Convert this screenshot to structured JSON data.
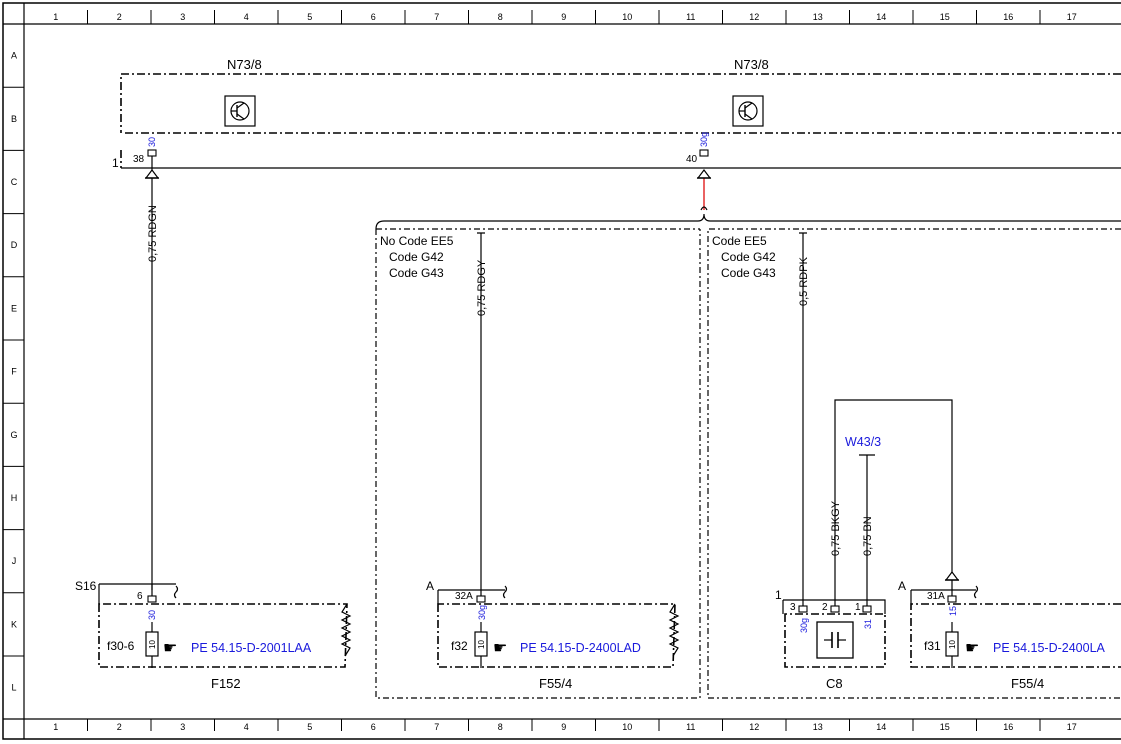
{
  "grid": {
    "columns": [
      "1",
      "2",
      "3",
      "4",
      "5",
      "6",
      "7",
      "8",
      "9",
      "10",
      "11",
      "12",
      "13",
      "14",
      "15",
      "16",
      "17"
    ],
    "rows": [
      "A",
      "B",
      "C",
      "D",
      "E",
      "F",
      "G",
      "H",
      "J",
      "K",
      "L"
    ]
  },
  "components": {
    "n73_left": "N73/8",
    "n73_right": "N73/8",
    "conn_number_left": "1",
    "pin38": "38",
    "pin38_circuit": "30",
    "pin40": "40",
    "pin40_circuit": "30g"
  },
  "branches": {
    "no_code": [
      "No Code EE5",
      "Code G42",
      "Code G43"
    ],
    "code": [
      "Code EE5",
      "Code G42",
      "Code G43"
    ]
  },
  "wires": {
    "w1": "0,75 RDGN",
    "w2": "0,75 RDGY",
    "w3": "0,5 RDPK",
    "w4": "0,75 BKGY",
    "w5": "0,75 BN"
  },
  "ground": "W43/3",
  "fuses": {
    "f152": {
      "block": "S16",
      "pin": "6",
      "circuit": "30",
      "fuse": "f30-6",
      "rating": "10",
      "ref": "PE 54.15-D-2001LAA",
      "label": "F152"
    },
    "f55_a": {
      "block": "A",
      "pin": "32A",
      "circuit": "30g",
      "fuse": "f32",
      "rating": "10",
      "ref": "PE 54.15-D-2400LAD",
      "label": "F55/4"
    },
    "c8": {
      "block": "1",
      "pins": [
        "3",
        "2",
        "1"
      ],
      "circuits": [
        "30g",
        "31"
      ],
      "label": "C8"
    },
    "f55_b": {
      "block": "A",
      "pin": "31A",
      "circuit": "15",
      "fuse": "f31",
      "rating": "10",
      "ref": "PE 54.15-D-2400LA",
      "label": "F55/4"
    }
  }
}
